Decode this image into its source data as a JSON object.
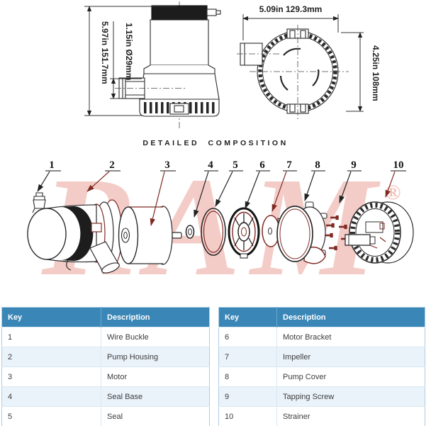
{
  "drawings": {
    "side_view": {
      "height_dim": "5.97in 151.7mm",
      "outlet_dim": "1.15in Ø29mm"
    },
    "top_view": {
      "width_dim": "5.09in 129.3mm",
      "height_dim": "4.25in 108mm"
    }
  },
  "title": "DETAILED COMPOSITION",
  "watermark": {
    "text": "RAM",
    "registered": "®",
    "color": "#dd5a48"
  },
  "exploded": {
    "labels": [
      "1",
      "2",
      "3",
      "4",
      "5",
      "6",
      "7",
      "8",
      "9",
      "10"
    ]
  },
  "tables": {
    "left": {
      "headers": {
        "key": "Key",
        "description": "Description"
      },
      "rows": [
        {
          "key": "1",
          "description": "Wire Buckle"
        },
        {
          "key": "2",
          "description": "Pump Housing"
        },
        {
          "key": "3",
          "description": "Motor"
        },
        {
          "key": "4",
          "description": "Seal Base"
        },
        {
          "key": "5",
          "description": "Seal"
        }
      ]
    },
    "right": {
      "headers": {
        "key": "Key",
        "description": "Description"
      },
      "rows": [
        {
          "key": "6",
          "description": "Motor Bracket"
        },
        {
          "key": "7",
          "description": "Impeller"
        },
        {
          "key": "8",
          "description": "Pump Cover"
        },
        {
          "key": "9",
          "description": "Tapping Screw"
        },
        {
          "key": "10",
          "description": "Strainer"
        }
      ]
    }
  },
  "colors": {
    "table_header_bg": "#3a86b7",
    "table_row_alt": "#eaf3fa",
    "table_border": "#aecde2",
    "line_art": "#2b2b2b",
    "accent_red": "#7f2a23",
    "watermark": "#dd5a48"
  }
}
